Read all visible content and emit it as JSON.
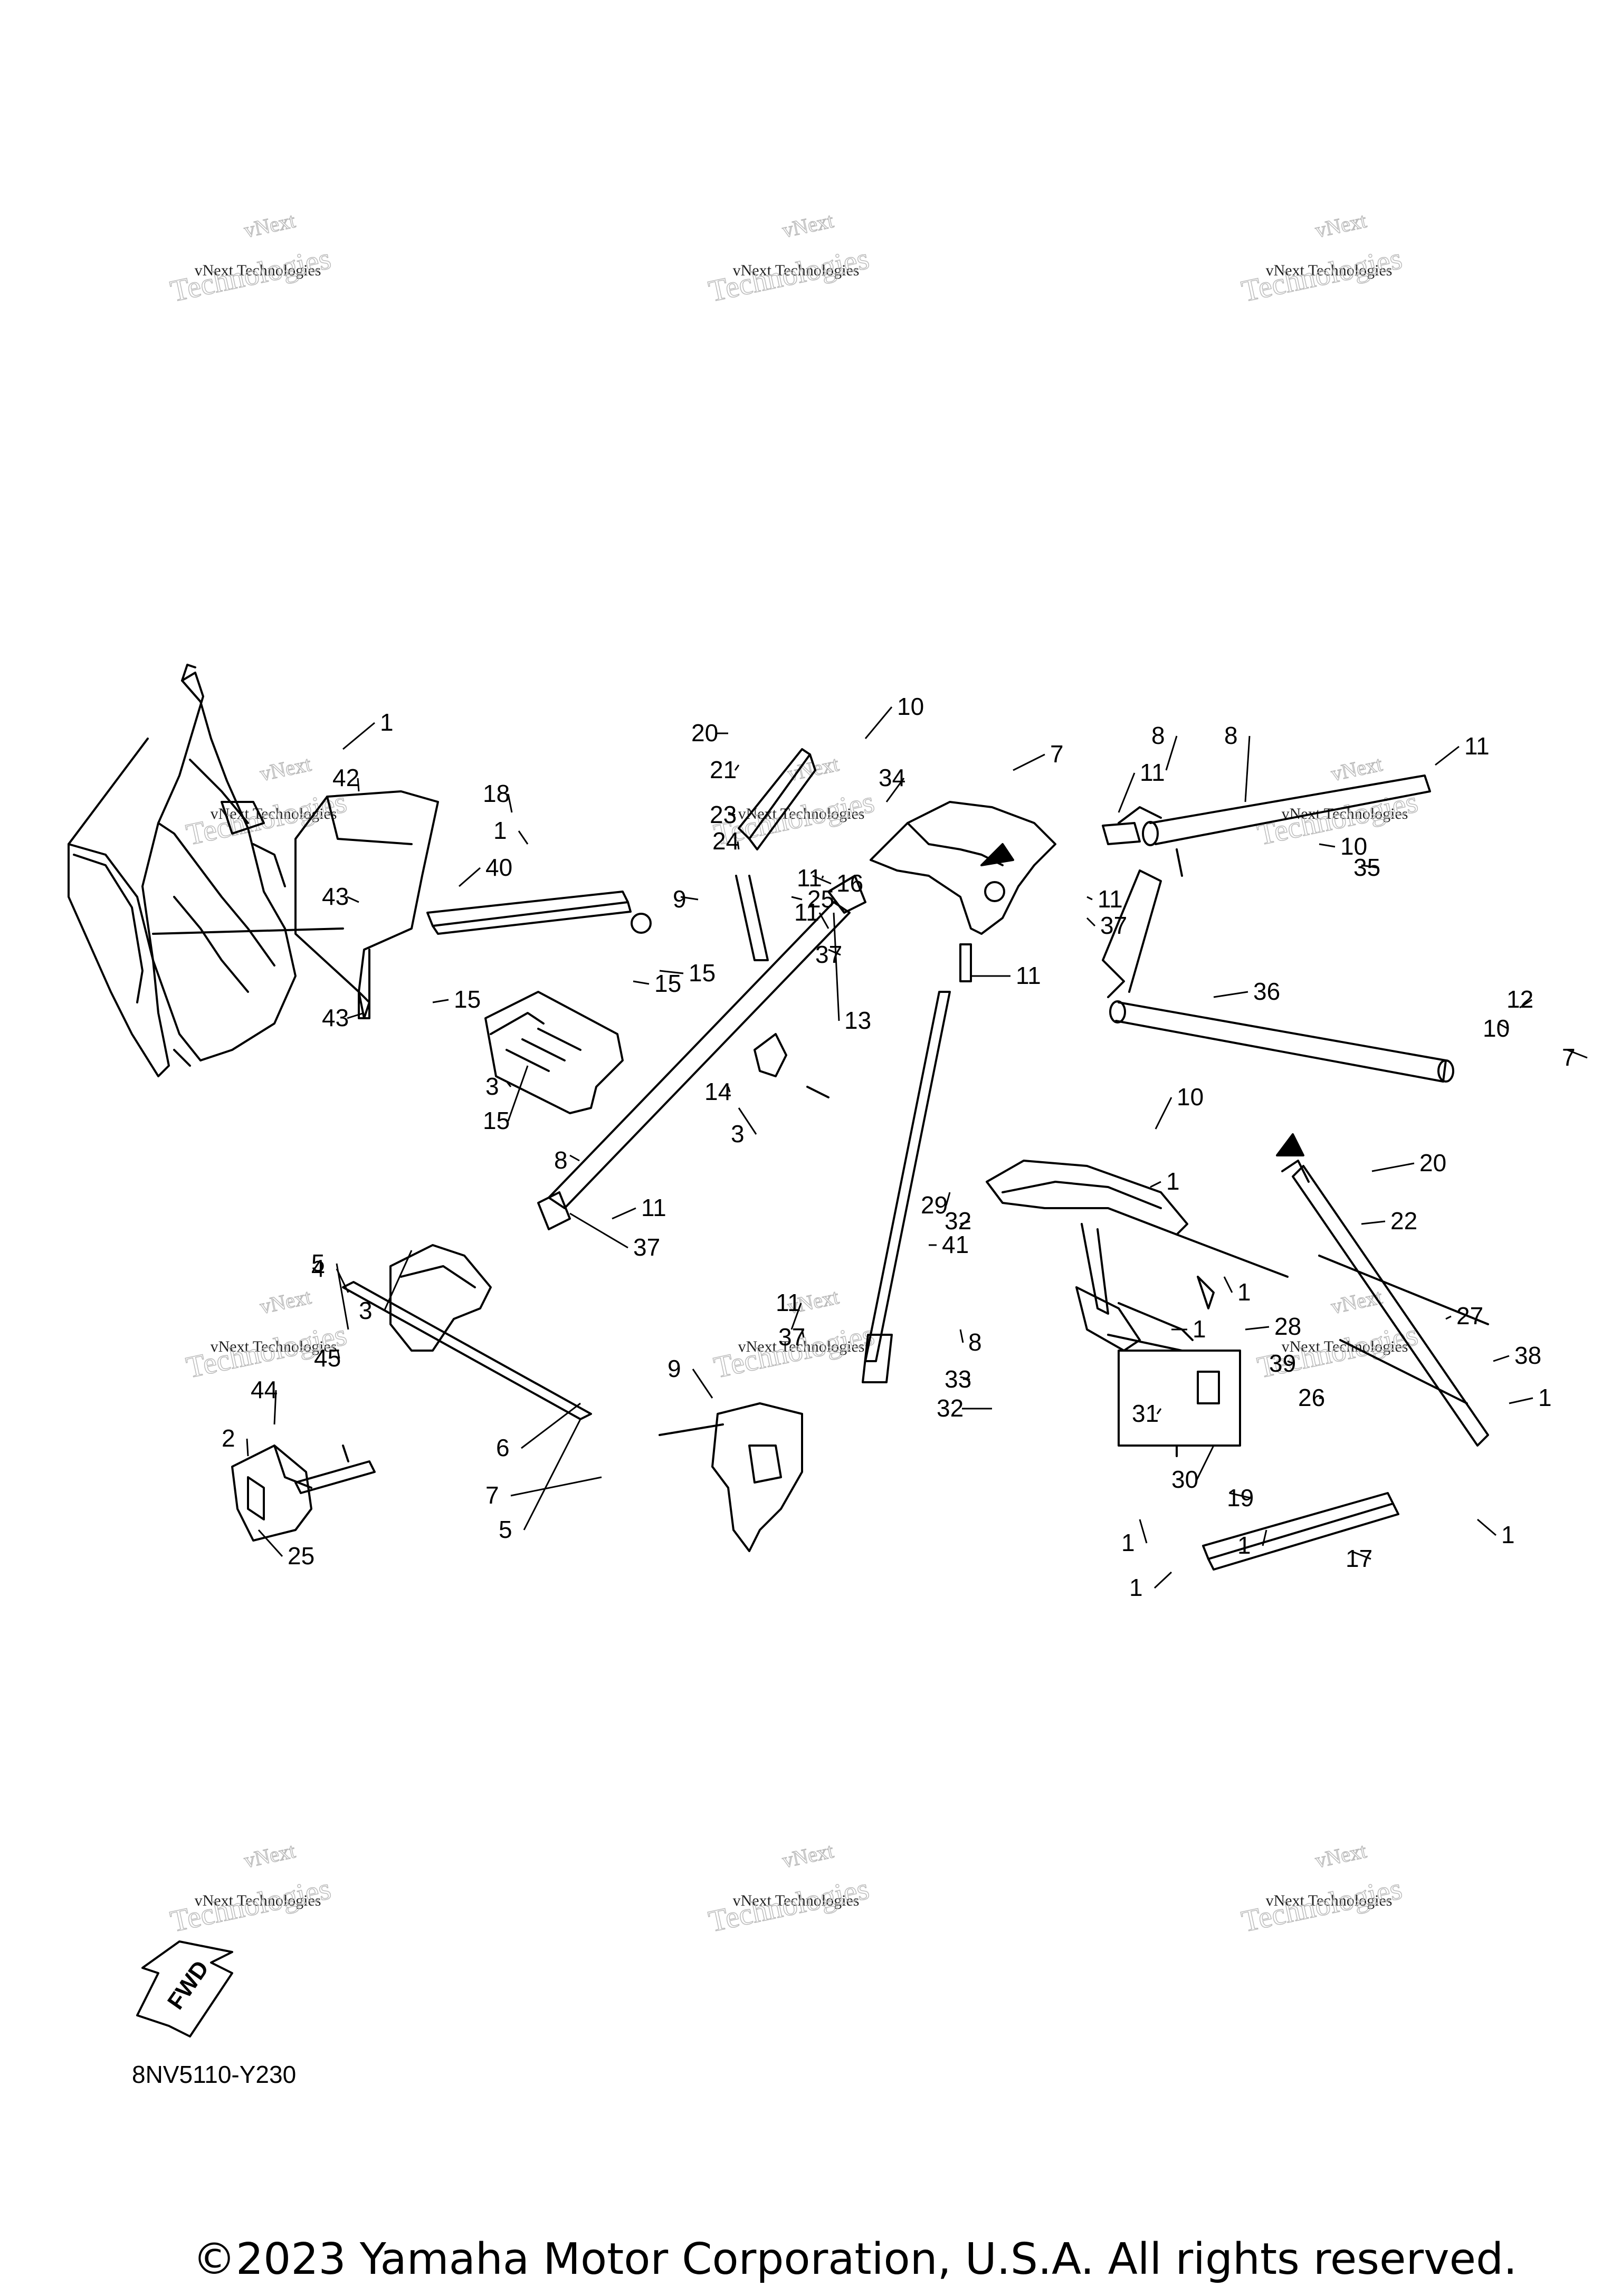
{
  "watermark": {
    "brand_line1": "vNext",
    "brand_line2": "vNext Technologies",
    "brand_big": "Technologies"
  },
  "diagram_code": "8NV5110-Y230",
  "copyright": "©2023 Yamaha Motor Corporation, U.S.A. All rights reserved.",
  "fwd_label": "FWD",
  "callouts": [
    "1",
    "1",
    "1",
    "1",
    "1",
    "1",
    "1",
    "1",
    "1",
    "1",
    "2",
    "3",
    "3",
    "3",
    "4",
    "5",
    "5",
    "6",
    "7",
    "7",
    "7",
    "8",
    "8",
    "8",
    "8",
    "9",
    "9",
    "10",
    "10",
    "10",
    "10",
    "11",
    "11",
    "11",
    "11",
    "11",
    "11",
    "11",
    "11",
    "12",
    "13",
    "14",
    "15",
    "15",
    "15",
    "15",
    "16",
    "17",
    "18",
    "19",
    "20",
    "20",
    "21",
    "22",
    "23",
    "24",
    "25",
    "25",
    "26",
    "27",
    "28",
    "29",
    "30",
    "31",
    "32",
    "32",
    "33",
    "34",
    "35",
    "36",
    "37",
    "37",
    "37",
    "37",
    "38",
    "39",
    "40",
    "41",
    "42",
    "43",
    "43",
    "44",
    "45"
  ]
}
